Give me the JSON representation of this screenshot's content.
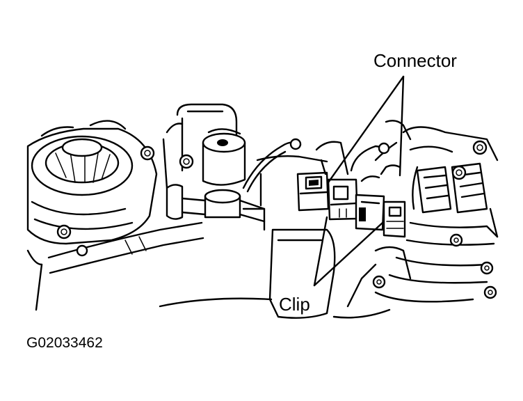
{
  "labels": {
    "connector": "Connector",
    "clip": "Clip",
    "figure_id": "G02033462"
  },
  "colors": {
    "ink": "#000000",
    "paper": "#ffffff"
  }
}
